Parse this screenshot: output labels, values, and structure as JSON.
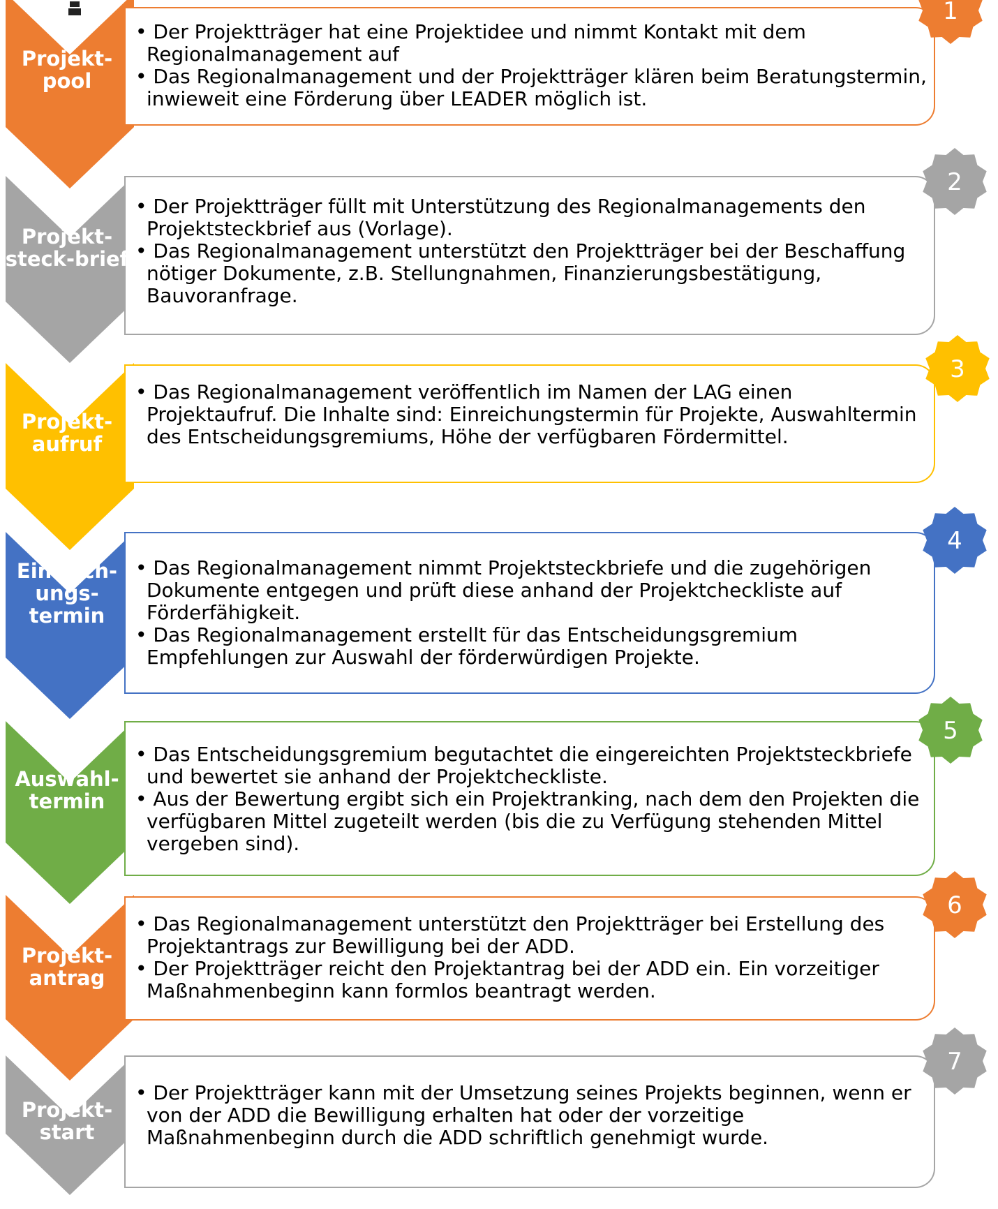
{
  "steps": [
    {
      "number": "1",
      "title_lines": [
        "Projekt-",
        "pool"
      ],
      "color": "#ED7D31",
      "bullets": [
        "• Der Projektträger hat eine Projektidee und nimmt Kontakt mit dem Regionalmanagement auf",
        "• Das Regionalmanagement und der Projektträger klären beim Beratungstermin, inwieweit eine Förderung über LEADER möglich ist."
      ]
    },
    {
      "number": "2",
      "title_lines": [
        "Projekt-",
        "steck-brief"
      ],
      "color": "#A5A5A5",
      "bullets": [
        "• Der Projektträger füllt mit Unterstützung des Regionalmanagements den Projektsteckbrief aus (Vorlage).",
        "• Das Regionalmanagement unterstützt den Projektträger bei der Beschaffung nötiger Dokumente, z.B. Stellungnahmen, Finanzierungsbestätigung, Bauvoranfrage."
      ]
    },
    {
      "number": "3",
      "title_lines": [
        "Projekt-",
        "aufruf"
      ],
      "color": "#FFC000",
      "bullets": [
        "• Das Regionalmanagement veröffentlich im Namen der LAG einen Projektaufruf. Die Inhalte sind: Einreichungstermin für Projekte, Auswahltermin des Entscheidungsgremiums, Höhe der verfügbaren Fördermittel."
      ]
    },
    {
      "number": "4",
      "title_lines": [
        "Einreich-",
        "ungs-",
        "termin"
      ],
      "color": "#4472C4",
      "bullets": [
        "• Das Regionalmanagement nimmt Projektsteckbriefe und die zugehörigen Dokumente entgegen und prüft diese anhand der Projektcheckliste auf Förderfähigkeit.",
        "• Das Regionalmanagement erstellt für das Entscheidungsgremium Empfehlungen zur Auswahl der förderwürdigen Projekte."
      ]
    },
    {
      "number": "5",
      "title_lines": [
        "Auswahl-",
        "termin"
      ],
      "color": "#70AD47",
      "bullets": [
        "• Das Entscheidungsgremium begutachtet die eingereichten Projektsteckbriefe und bewertet sie anhand der Projektcheckliste.",
        "• Aus der Bewertung ergibt sich ein Projektranking, nach dem den Projekten die verfügbaren Mittel zugeteilt werden (bis die zu Verfügung stehenden Mittel vergeben sind)."
      ]
    },
    {
      "number": "6",
      "title_lines": [
        "Projekt-",
        "antrag"
      ],
      "color": "#ED7D31",
      "bullets": [
        "• Das Regionalmanagement unterstützt den Projektträger bei Erstellung des Projektantrags zur Bewilligung bei der ADD.",
        "• Der Projektträger reicht den Projektantrag bei der ADD ein. Ein vorzeitiger Maßnahmenbeginn kann formlos beantragt werden."
      ]
    },
    {
      "number": "7",
      "title_lines": [
        "Projekt-",
        "start"
      ],
      "color": "#A5A5A5",
      "bullets": [
        "• Der Projektträger kann mit der Umsetzung seines Projekts beginnen, wenn er von der ADD die Bewilligung erhalten hat oder der vorzeitige Maßnahmenbeginn durch die ADD schriftlich genehmigt wurde."
      ]
    }
  ],
  "badge_number_color": "#FFFFFF",
  "top_icon": "person-icon"
}
